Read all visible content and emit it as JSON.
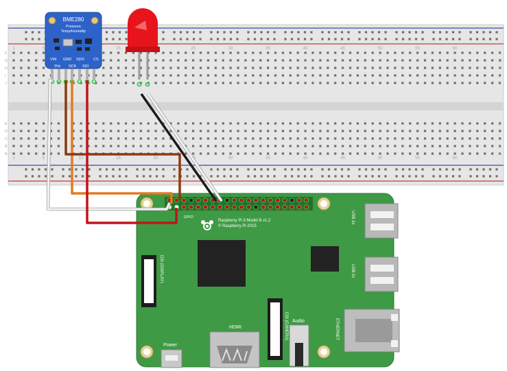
{
  "breadboard": {
    "columns": [
      "1",
      "5",
      "10",
      "15",
      "20",
      "25",
      "30",
      "35",
      "40",
      "45",
      "50",
      "55",
      "60"
    ],
    "row_letters_top": [
      "J",
      "I",
      "H",
      "G",
      "F"
    ],
    "row_letters_bottom": [
      "E",
      "D",
      "C",
      "B",
      "A"
    ]
  },
  "sensor": {
    "title": "BME280",
    "subtitle1": "Pressure",
    "subtitle2": "Temp/Humidity",
    "pins_top": [
      "VIN",
      "GND",
      "SDO",
      "CS"
    ],
    "pins_bottom": [
      "3Vo",
      "SCK",
      "SDI"
    ]
  },
  "pi": {
    "model": "Raspberry Pi 3 Model B v1.2",
    "copyright": "© Raspberry Pi 2015",
    "gpio": "GPIO",
    "usb1": "USB 2x",
    "usb2": "USB 2x",
    "ethernet": "ETHERNET",
    "hdmi": "HDMI",
    "audio": "Audio",
    "power": "Power",
    "display": "DSI (DISPLAY)",
    "camera": "CSI (CAMERA)"
  },
  "colors": {
    "led": "#e8141c",
    "board_green": "#3e9a44",
    "wire_brown": "#8b3a0f",
    "wire_orange": "#e07b22",
    "wire_red": "#c0141a",
    "wire_white": "#f4f4f4",
    "wire_black": "#1a1a1a",
    "sensor_blue": "#2d62c9"
  }
}
